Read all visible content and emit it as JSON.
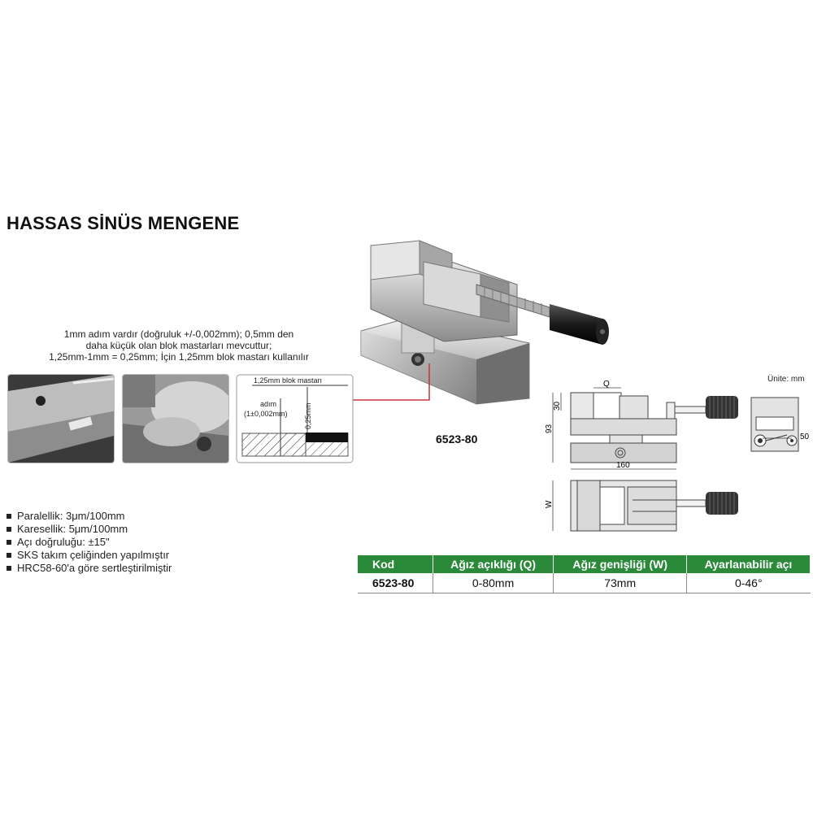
{
  "title": "HASSAS SİNÜS MENGENE",
  "description_lines": [
    "1mm adım vardır (doğruluk +/-0,002mm); 0,5mm den",
    "daha küçük olan blok mastarları mevcuttur;",
    "1,25mm-1mm = 0,25mm; İçin 1,25mm blok mastarı kullanılır"
  ],
  "inset_diagram": {
    "gauge_label": "1,25mm blok mastarı",
    "step_label_1": "adım",
    "step_label_2": "(1±0,002mm)",
    "vertical_label": "0,25mm"
  },
  "model": "6523-80",
  "unit": "Ünite: mm",
  "drawing_dims": {
    "q": "Q",
    "d30": "30",
    "d93": "93",
    "d160": "160",
    "w": "W",
    "d50": "50"
  },
  "features": [
    "Paralellik: 3μm/100mm",
    "Karesellik: 5μm/100mm",
    "Açı doğruluğu: ±15\"",
    "SKS takım çeliğinden yapılmıştır",
    "HRC58-60'a göre sertleştirilmiştir"
  ],
  "table": {
    "headers": [
      "Kod",
      "Ağız açıklığı (Q)",
      "Ağız genişliği (W)",
      "Ayarlanabilir açı"
    ],
    "rows": [
      [
        "6523-80",
        "0-80mm",
        "73mm",
        "0-46°"
      ]
    ]
  },
  "colors": {
    "header_green": "#2a8a3a",
    "pointer_red": "#c8323c"
  }
}
